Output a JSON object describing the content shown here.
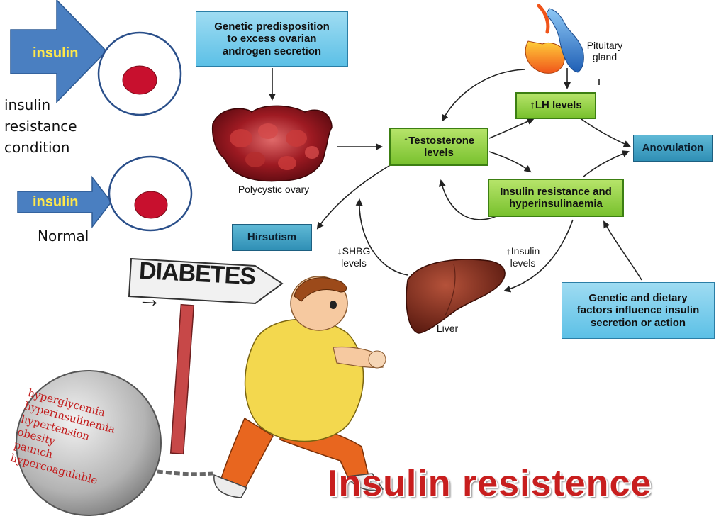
{
  "title": "Insulin resistence",
  "cells": {
    "insulin_resistance": {
      "arrow_label": "insulin",
      "caption_lines": [
        "insulin",
        "resistance",
        "condition"
      ]
    },
    "normal": {
      "arrow_label": "insulin",
      "caption": "Normal"
    }
  },
  "flowchart": {
    "genetic_box": [
      "Genetic predisposition",
      "to excess ovarian",
      "androgen secretion"
    ],
    "polycystic_ovary": "Polycystic ovary",
    "pituitary": [
      "Pituitary",
      "gland"
    ],
    "lh": "↑LH levels",
    "testosterone": [
      "↑Testosterone",
      "levels"
    ],
    "anovulation": "Anovulation",
    "insulin_resistance": [
      "Insulin resistance and",
      "hyperinsulinaemia"
    ],
    "hirsutism": "Hirsutism",
    "shbg": [
      "↓SHBG",
      "levels"
    ],
    "insulin_levels": [
      "↑Insulin",
      "levels"
    ],
    "liver": "Liver",
    "dietary_box": [
      "Genetic and dietary",
      "factors influence insulin",
      "secretion or action"
    ]
  },
  "cartoon": {
    "sign": "DIABETES →",
    "ball_items": [
      "hyperglycemia",
      "hyperinsulinemia",
      "hypertension",
      "obesity",
      "paunch",
      "hypercoagulable"
    ]
  },
  "colors": {
    "arrow_blue": "#4a7fc1",
    "insulin_yellow": "#ffe84a",
    "nucleus_red": "#c8102e",
    "title_red": "#c81e1e",
    "box_green": "#79c12e",
    "box_light_blue": "#5cc0e6",
    "box_teal": "#2f8fb5"
  }
}
